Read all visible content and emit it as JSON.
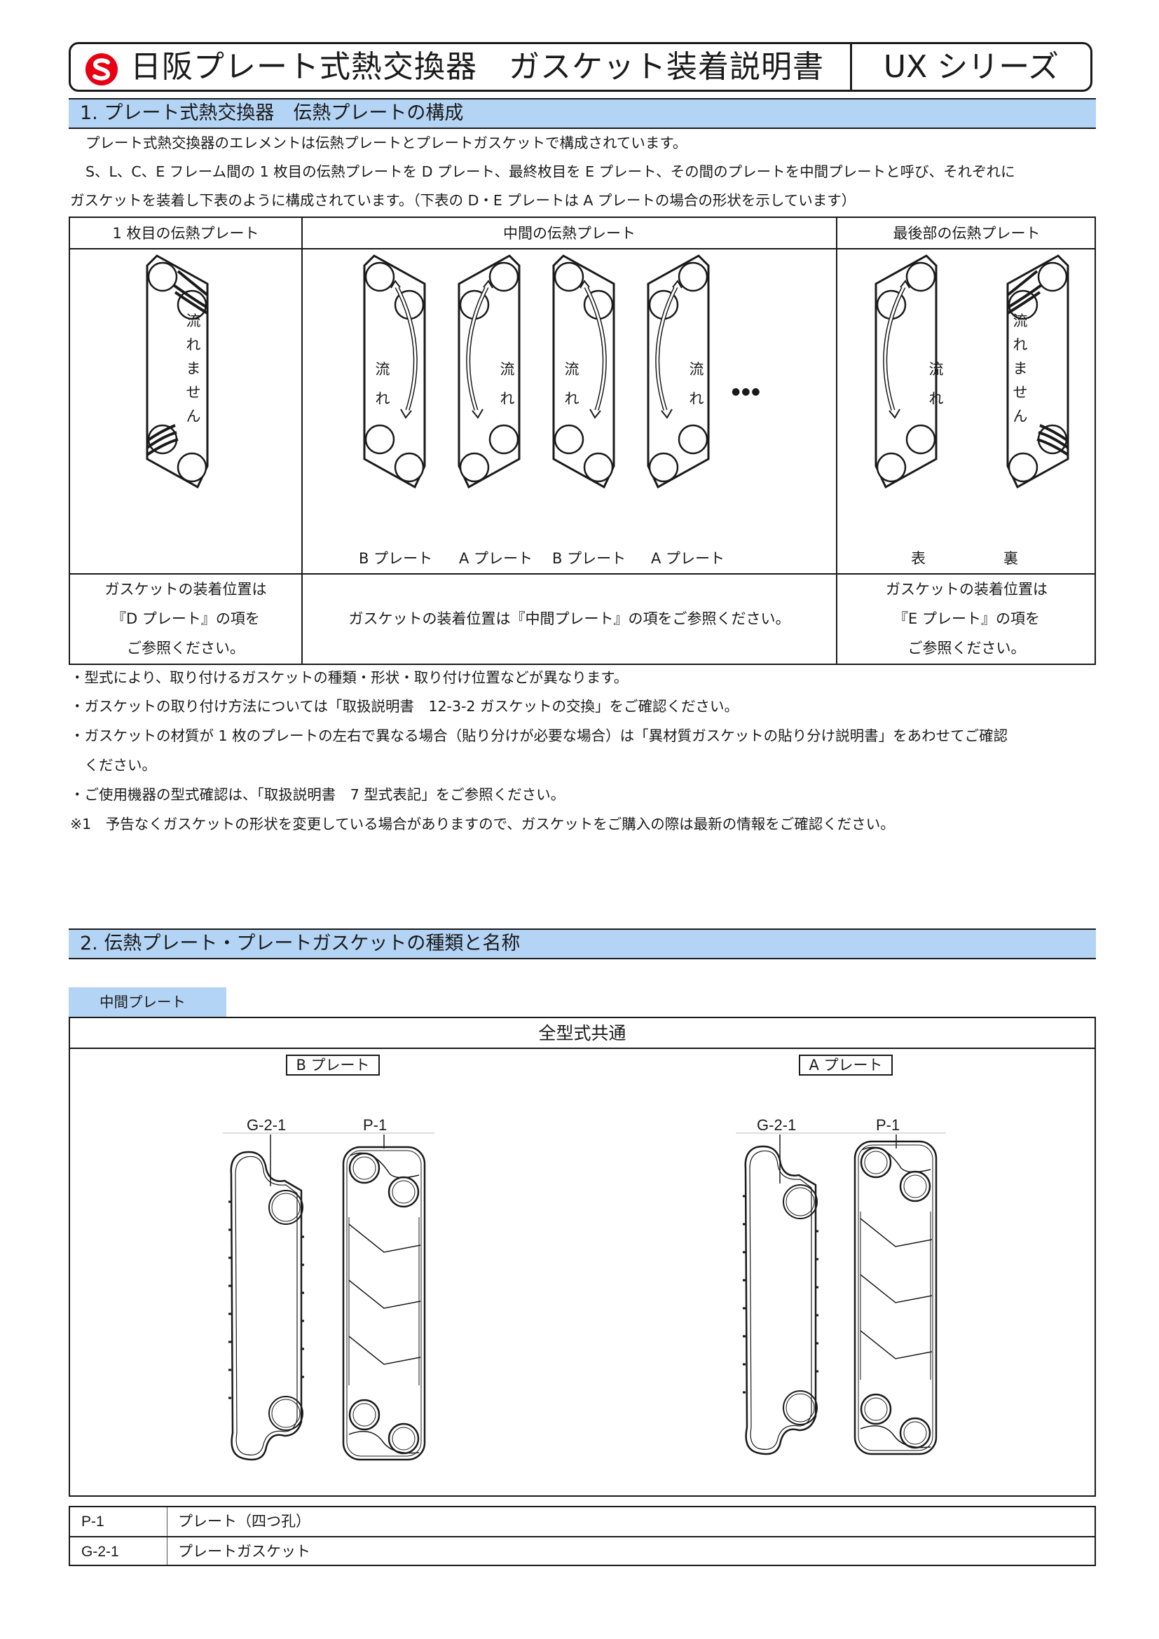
{
  "header": {
    "title": "日阪プレート式熱交換器　ガスケット装着説明書",
    "series": "UX シリーズ"
  },
  "section1": {
    "title": "1. プレート式熱交換器　伝熱プレートの構成",
    "para1": "プレート式熱交換器のエレメントは伝熱プレートとプレートガスケットで構成されています。",
    "para2": "S、L、C、E フレーム間の 1 枚目の伝熱プレートを D プレート、最終枚目を E プレート、その間のプレートを中間プレートと呼び、それぞれに",
    "para3": "ガスケットを装着し下表のように構成されています。（下表の D・E プレートは A プレートの場合の形状を示しています）",
    "table": {
      "col_first": "1 枚目の伝熱プレート",
      "col_middle": "中間の伝熱プレート",
      "col_last": "最後部の伝熱プレート",
      "flow_text": "流れ",
      "no_flow_text": "流れません",
      "dots": "●●●",
      "plate_b": "B プレート",
      "plate_a": "A プレート",
      "front": "表",
      "back": "裏",
      "note_first_1": "ガスケットの装着位置は",
      "note_first_2": "『D プレート』の項を",
      "note_first_3": "ご参照ください。",
      "note_middle": "ガスケットの装着位置は『中間プレート』の項をご参照ください。",
      "note_last_1": "ガスケットの装着位置は",
      "note_last_2": "『E プレート』の項を",
      "note_last_3": "ご参照ください。"
    },
    "bullets": [
      "・型式により、取り付けるガスケットの種類・形状・取り付け位置などが異なります。",
      "・ガスケットの取り付け方法については「取扱説明書　12-3-2 ガスケットの交換」をご確認ください。",
      "・ガスケットの材質が 1 枚のプレートの左右で異なる場合（貼り分けが必要な場合）は「異材質ガスケットの貼り分け説明書」をあわせてご確認",
      "　ください。",
      "・ご使用機器の型式確認は、「取扱説明書　7 型式表記」をご参照ください。",
      "※1　予告なくガスケットの形状を変更している場合がありますので、ガスケットをご購入の際は最新の情報をご確認ください。"
    ]
  },
  "section2": {
    "title": "2. 伝熱プレート・プレートガスケットの種類と名称",
    "tab": "中間プレート",
    "table_head": "全型式共通",
    "b_plate": "B プレート",
    "a_plate": "A プレート",
    "gasket_code": "G-2-1",
    "plate_code": "P-1"
  },
  "parts": [
    {
      "code": "P-1",
      "name": "プレート（四つ孔）"
    },
    {
      "code": "G-2-1",
      "name": "プレートガスケット"
    }
  ]
}
